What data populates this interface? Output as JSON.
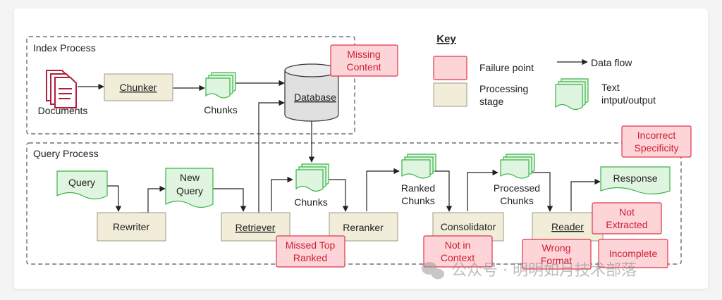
{
  "index_process": {
    "title": "Index Process",
    "documents": "Documents",
    "chunker": "Chunker",
    "chunks": "Chunks",
    "database": "Database"
  },
  "query_process": {
    "title": "Query Process",
    "query": "Query",
    "rewriter": "Rewriter",
    "new_query": [
      "New",
      "Query"
    ],
    "retriever": "Retriever",
    "chunks": "Chunks",
    "reranker": "Reranker",
    "ranked_chunks": [
      "Ranked",
      "Chunks"
    ],
    "consolidator": "Consolidator",
    "processed_chunks": [
      "Processed",
      "Chunks"
    ],
    "reader": "Reader",
    "response": "Response"
  },
  "failure_points": {
    "missing_content": [
      "Missing",
      "Content"
    ],
    "missed_top_ranked": [
      "Missed Top",
      "Ranked"
    ],
    "not_in_context": [
      "Not in",
      "Context"
    ],
    "wrong_format": [
      "Wrong",
      "Format"
    ],
    "incorrect_specificity": [
      "Incorrect",
      "Specificity"
    ],
    "not_extracted": [
      "Not",
      "Extracted"
    ],
    "incomplete": "Incomplete"
  },
  "key": {
    "title": "Key",
    "failure_point": "Failure point",
    "processing_stage": [
      "Processing",
      "stage"
    ],
    "data_flow": "Data flow",
    "text_io": [
      "Text",
      "intput/output"
    ]
  },
  "watermark": "公众号 · 明明如月技术部落",
  "colors": {
    "failure_fill": "#fdd4d8",
    "failure_stroke": "#e1364a",
    "failure_text": "#cc1f32",
    "stage_fill": "#f1edd9",
    "stage_stroke": "#9d9a88",
    "text_fill": "#dff5df",
    "text_stroke": "#3bb54a",
    "doc_icon": "#b0203a",
    "db_fill": "#e0e0e0"
  }
}
